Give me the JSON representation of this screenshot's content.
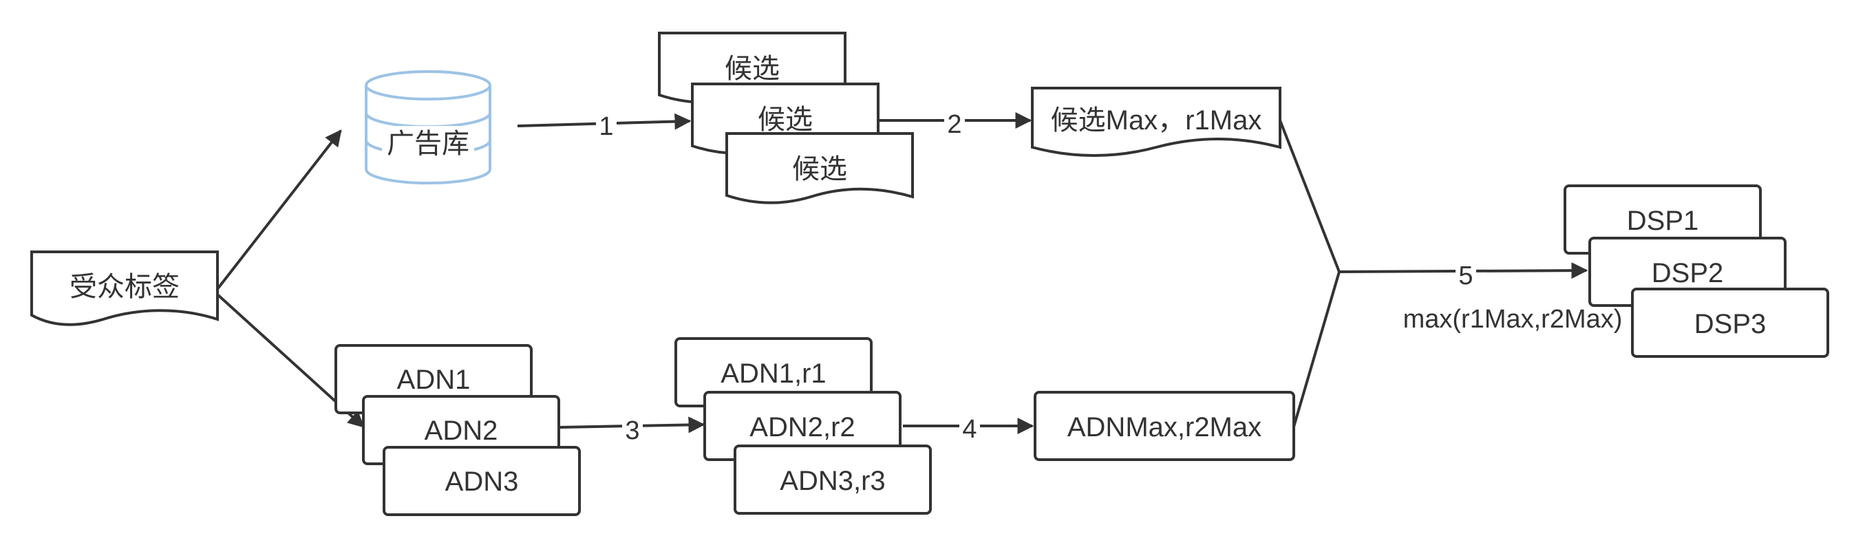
{
  "diagram": {
    "nodes": {
      "audience_tags": "受众标签",
      "ad_library": "广告库",
      "candidate_1": "候选",
      "candidate_2": "候选",
      "candidate_3": "候选",
      "candidate_max": "候选Max，r1Max",
      "adn1": "ADN1",
      "adn2": "ADN2",
      "adn3": "ADN3",
      "adn1_r1": "ADN1,r1",
      "adn2_r2": "ADN2,r2",
      "adn3_r3": "ADN3,r3",
      "adn_max": "ADNMax,r2Max",
      "dsp1": "DSP1",
      "dsp2": "DSP2",
      "dsp3": "DSP3"
    },
    "edges": {
      "step1": "1",
      "step2": "2",
      "step3": "3",
      "step4": "4",
      "step5": "5",
      "merge_label": "max(r1Max,r2Max)"
    },
    "colors": {
      "stroke": "#333333",
      "database_stroke": "#9cc3e5",
      "text": "#333333",
      "background": "#ffffff"
    }
  }
}
